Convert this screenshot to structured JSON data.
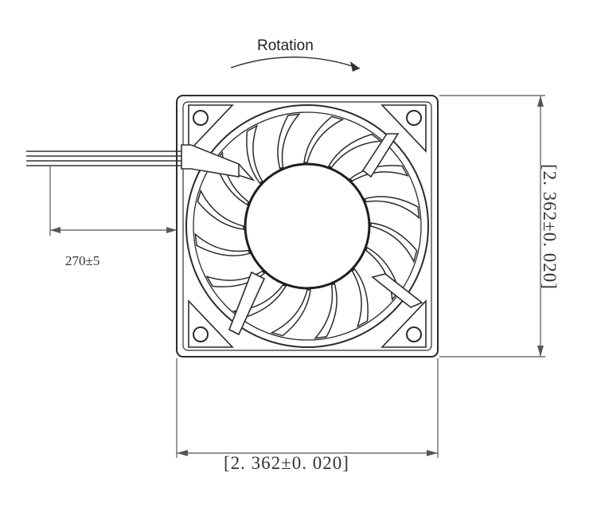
{
  "labels": {
    "rotation": "Rotation",
    "cable_length": "270±5",
    "width_dimension": "[2. 362±0. 020]",
    "height_dimension": "[2. 362±0. 020]"
  },
  "colors": {
    "line": "#2b2b2b",
    "dim_line": "#555555"
  },
  "blades": {
    "count": 16
  }
}
